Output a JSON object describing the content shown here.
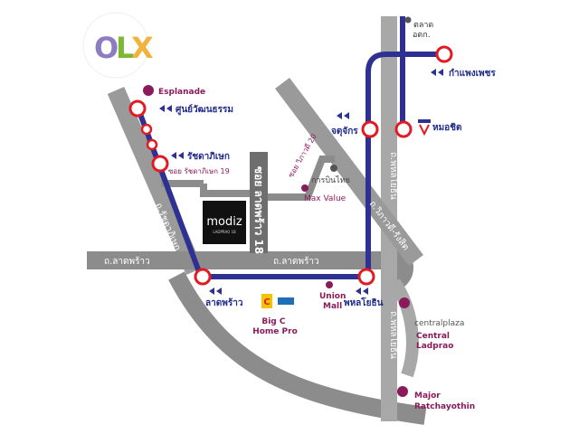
{
  "logo": {
    "text": "OLX",
    "letters": [
      "O",
      "L",
      "X"
    ],
    "colors": [
      "#8E7CC3",
      "#7DB734",
      "#F2B33D"
    ]
  },
  "colors": {
    "road": "#8C8C8C",
    "road_light": "#A8A8A8",
    "bts_line": "#1B9E3E",
    "mrt_line": "#2E3192",
    "station_ring": "#E21B23",
    "poi_dot": "#8B1A5B",
    "poi_text": "#8B1A5B",
    "station_text": "#1F2A8C",
    "road_text": "#FFFFFF"
  },
  "roads": {
    "ladprao": "ถ.ลาดพร้าว",
    "ladprao_east": "ถ.ลาดพร้าว",
    "ratchada": "ถ.รัชดาภิเษก",
    "phahon_north": "ถ.พหลโยธิน",
    "phahon_south": "ถ.พหลโยธิน",
    "vibhavadi": "ถ.วิภาวดี-รังสิต",
    "soi_ladprao18": "ซอย ลาดพร้าว 18",
    "soi_ratchada19": "ซอย รัชดาภิเษก 19",
    "soi_vibhavadi20": "ซอย วิภาวดี 20"
  },
  "stations": {
    "esplanade_station": "ศูนย์วัฒนธรรม",
    "ratchadaphisek": "รัชดาภิเษก",
    "ladprao_station": "ลาดพร้าว",
    "phahon_station": "พหลโยธิน",
    "chatuchak": "จตุจักร",
    "mo_chit": "หมอชิต",
    "kamphaeng_phet": "กำแพงเพชร",
    "talat_otk": "ตลาด\nอตก."
  },
  "pois": {
    "esplanade": "Esplanade",
    "max_value": "Max Value",
    "airport_authority": "การบินไทย",
    "big_c": "Big C\nHome Pro",
    "union_mall": "Union\nMall",
    "central_plaza_brand": "centralplaza",
    "central_ladprao": "Central\nLadprao",
    "major": "Major\nRatchayothin"
  },
  "building": {
    "brand": "modiz",
    "sub": "LADPRAO 18"
  }
}
